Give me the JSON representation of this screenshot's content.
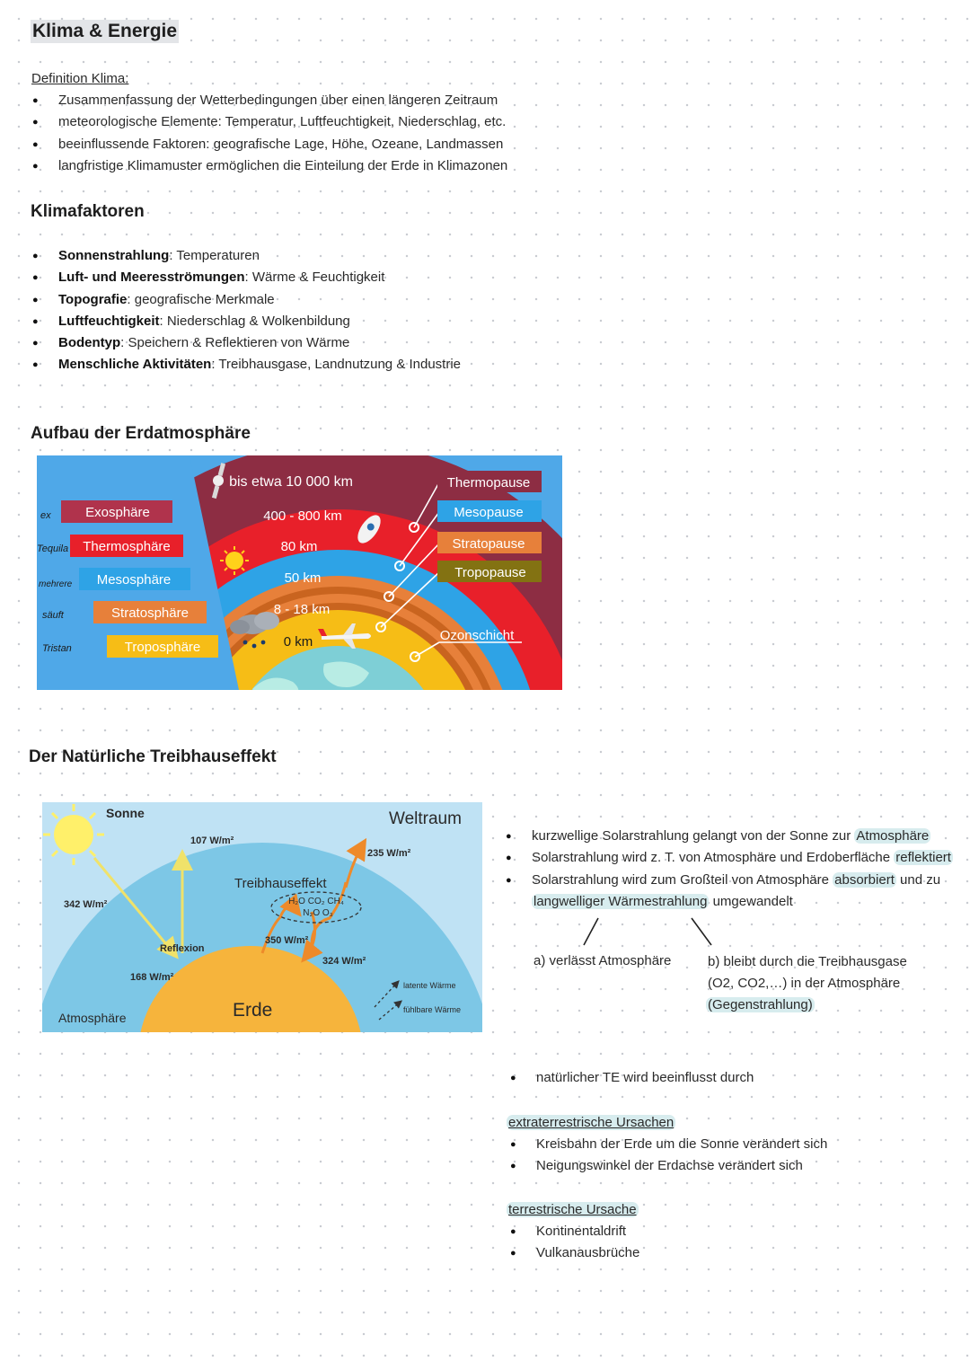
{
  "title": "Klima & Energie",
  "definition": {
    "heading": "Definition Klima:",
    "items": [
      "Zusammenfassung der Wetterbedingungen über einen längeren Zeitraum",
      "meteorologische Elemente: Temperatur, Luftfeuchtigkeit, Niederschlag, etc.",
      "beeinflussende Faktoren: geografische Lage, Höhe, Ozeane, Landmassen",
      "langfristige Klimamuster ermöglichen die Einteilung der Erde in Klimazonen"
    ]
  },
  "klimafaktoren": {
    "heading": "Klimafaktoren",
    "items": [
      {
        "term": "Sonnenstrahlung",
        "desc": ": Temperaturen"
      },
      {
        "term": "Luft- und Meeresströmungen",
        "desc": ": Wärme & Feuchtigkeit"
      },
      {
        "term": "Topografie",
        "desc": ": geografische Merkmale"
      },
      {
        "term": "Luftfeuchtigkeit",
        "desc": ": Niederschlag & Wolkenbildung"
      },
      {
        "term": "Bodentyp",
        "desc": ": Speichern & Reflektieren von Wärme"
      },
      {
        "term": "Menschliche Aktivitäten",
        "desc": ": Treibhausgase, Landnutzung & Industrie"
      }
    ]
  },
  "atmosphere": {
    "heading": "Aufbau der Erdatmosphäre",
    "mnemonics": [
      "ex",
      "Tequila",
      "mehrere",
      "säuft",
      "Tristan"
    ],
    "layers": [
      "Exosphäre",
      "Thermosphäre",
      "Mesosphäre",
      "Stratosphäre",
      "Troposphäre"
    ],
    "heights": [
      "bis etwa 10 000 km",
      "400 - 800 km",
      "80 km",
      "50 km",
      "8 - 18 km",
      "0 km"
    ],
    "boundaries": [
      "Thermopause",
      "Mesopause",
      "Stratopause",
      "Tropopause",
      "Ozonschicht"
    ],
    "colors": {
      "sky": "#4fa8e8",
      "exosphere": "#8d2d43",
      "thermosphere": "#e8202a",
      "mesosphere": "#2ea3e6",
      "stratosphere": "#e7803a",
      "troposphere": "#f6bd16"
    }
  },
  "greenhouse": {
    "heading": "Der Natürliche Treibhauseffekt",
    "diagram": {
      "sun": "Sonne",
      "space": "Weltraum",
      "atmosphere": "Atmosphäre",
      "earth": "Erde",
      "effect": "Treibhauseffekt",
      "gases_line1": "H₂O  CO₂  CH₄",
      "gases_line2": "N₂O  O₃",
      "reflection": "Reflexion",
      "latent": "latente Wärme",
      "sensible": "fühlbare Wärme",
      "v342": "342 W/m²",
      "v107": "107 W/m²",
      "v235": "235 W/m²",
      "v168": "168 W/m²",
      "v350": "350 W/m²",
      "v324": "324 W/m²"
    },
    "notes": [
      {
        "pre": "kurzwellige Solarstrahlung gelangt von der Sonne zur ",
        "hl": "Atmosphäre",
        "post": ""
      },
      {
        "pre": "Solarstrahlung wird z. T. von Atmosphäre und Erdoberfläche ",
        "hl": "reflektiert",
        "post": ""
      },
      {
        "pre": "Solarstrahlung wird zum Großteil von Atmosphäre ",
        "hl": "absorbiert",
        "post": " und zu"
      }
    ],
    "note3_line2_hl": "langwelliger Wärmestrahlung",
    "note3_line2_post": " umgewandelt",
    "branch_a": "a) verlässt Atmosphäre",
    "branch_b_line1": "b) bleibt durch die Treibhausgase",
    "branch_b_line2": "(O2, CO2,…) in der Atmosphäre",
    "branch_b_line3": "(Gegenstrahlung)",
    "influence": "natürlicher TE wird beeinflusst durch",
    "extra_heading": "extraterrestrische Ursachen",
    "extra_items": [
      "Kreisbahn der Erde um die Sonne verändert sich",
      "Neigungswinkel der Erdachse verändert sich"
    ],
    "terr_heading": "terrestrische Ursache",
    "terr_items": [
      "Kontinentaldrift",
      "Vulkanausbrüche"
    ]
  }
}
